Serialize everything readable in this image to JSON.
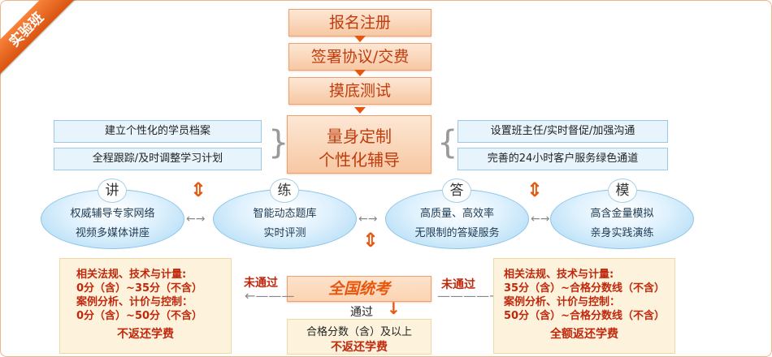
{
  "ribbon": "实验班",
  "steps": {
    "register": "报名注册",
    "sign": "签署协议/交费",
    "test": "摸底测试",
    "custom_line1": "量身定制",
    "custom_line2": "个性化辅导"
  },
  "left_notes": [
    "建立个性化的学员档案",
    "全程跟踪/及时调整学习计划"
  ],
  "right_notes": [
    "设置班主任/实时督促/加强沟通",
    "完善的24小时客户服务绿色通道"
  ],
  "modules": [
    {
      "badge": "讲",
      "line1": "权威辅导专家网络",
      "line2": "视频多媒体讲座"
    },
    {
      "badge": "练",
      "line1": "智能动态题库",
      "line2": "实时评测"
    },
    {
      "badge": "答",
      "line1": "高质量、高效率",
      "line2": "无限制的答疑服务"
    },
    {
      "badge": "模",
      "line1": "高含金量模拟",
      "line2": "亲身实践演练"
    }
  ],
  "exam": {
    "title": "全国统考",
    "fail_left": "未通过",
    "fail_right": "未通过",
    "pass": "通过",
    "pass_line1": "合格分数（含）及以上",
    "pass_line2": "不返还学费"
  },
  "left_box": {
    "lines": [
      "相关法规、技术与计量:",
      "0分（含）~35分（不含）",
      "案例分析、计价与控制：",
      "0分（含）~50分（不含）"
    ],
    "footer": "不返还学费"
  },
  "right_box": {
    "lines": [
      "相关法规、技术与计量:",
      "35分（含）~合格分数线（不含）",
      "案例分析、计价与控制：",
      "50分（含）~合格分数线（不含）"
    ],
    "footer": "全额返还学费"
  },
  "colors": {
    "accent": "#e8560e",
    "step_text": "#c13c0c",
    "box_text": "#c0280c"
  }
}
